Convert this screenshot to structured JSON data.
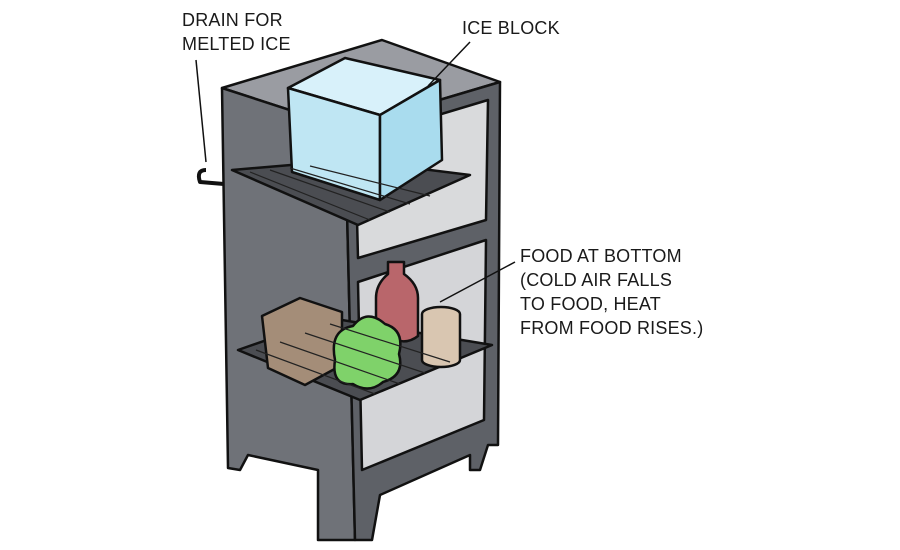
{
  "labels": {
    "drain": [
      "DRAIN FOR",
      "MELTED ICE"
    ],
    "ice_block": "ICE BLOCK",
    "food": [
      "FOOD AT BOTTOM",
      "(COLD AIR FALLS",
      "TO FOOD, HEAT",
      "FROM FOOD RISES.)"
    ]
  },
  "colors": {
    "cabinet": "#6f7278",
    "ice": "#bfe6f3",
    "lettuce": "#7fd26a",
    "bottle": "#b9666b",
    "box": "#a48d78",
    "can": "#d9c6b1"
  }
}
